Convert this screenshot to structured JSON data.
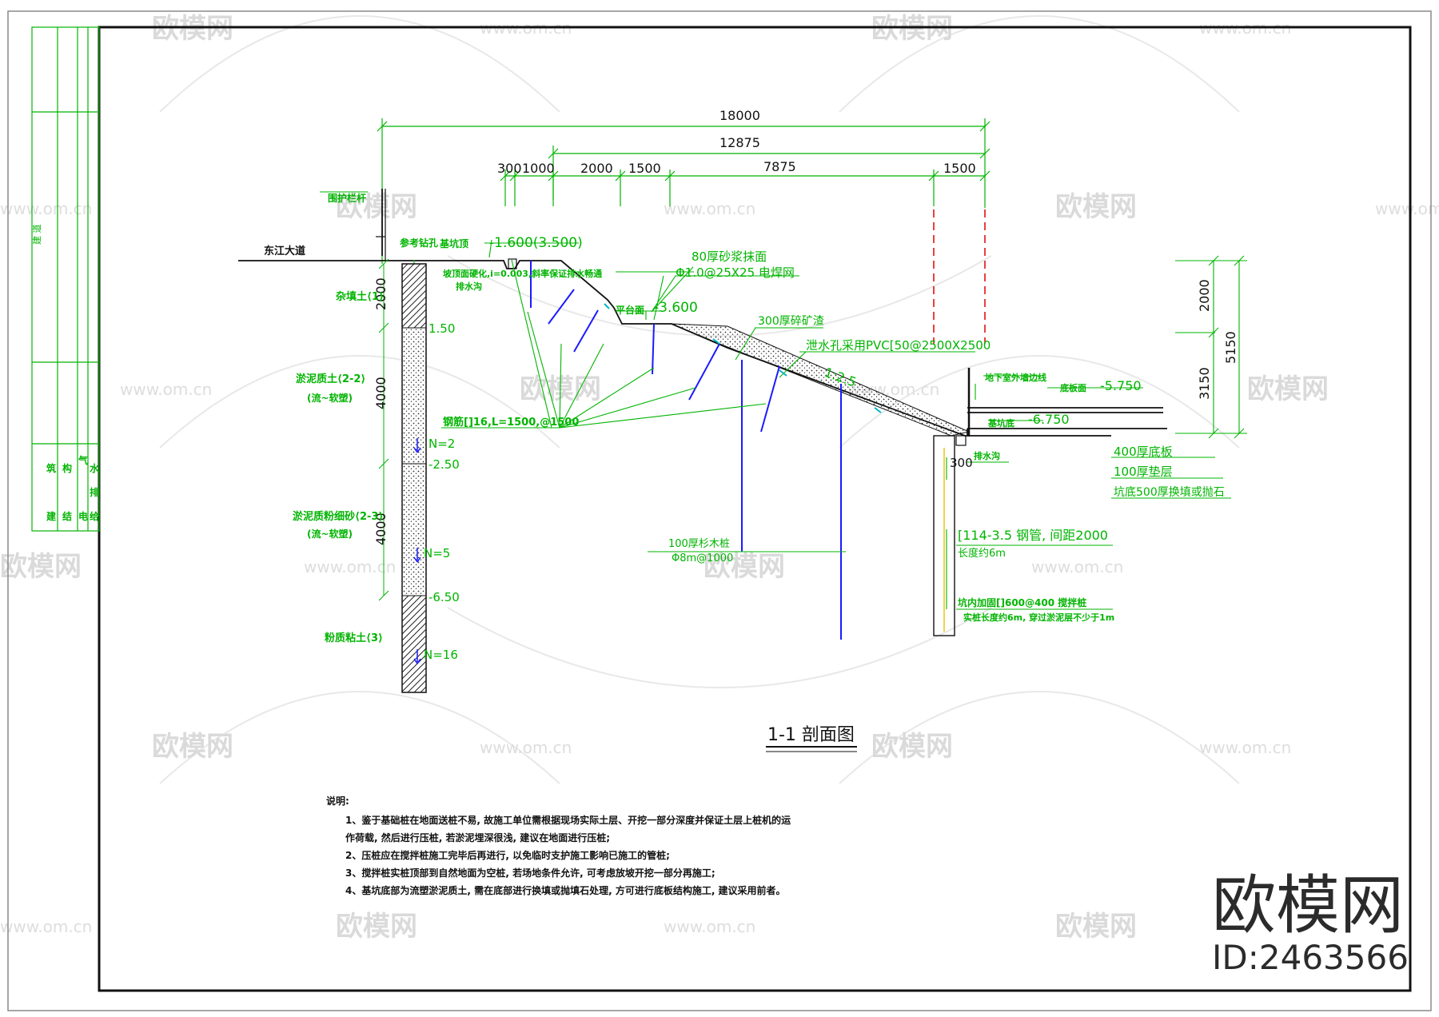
{
  "sheet": {
    "title_block": {
      "top_text": "建 道",
      "disc_row1": [
        "筑",
        "构",
        "气",
        "水"
      ],
      "disc_row2": [
        "建",
        "结",
        "电",
        "给",
        "排"
      ]
    }
  },
  "dimensions": {
    "top": [
      "18000",
      "12875",
      "300",
      "1000",
      "2000",
      "1500",
      "7875",
      "1500"
    ],
    "left": [
      "2000",
      "4000",
      "4000"
    ],
    "right": [
      "2000",
      "3150",
      "5150"
    ],
    "toe": "300"
  },
  "boring": {
    "title": "参考钻孔",
    "levels": [
      "1.50",
      "-2.50",
      "-6.50"
    ],
    "n_values": [
      "N=2",
      "N=5",
      "N=16"
    ],
    "layers": [
      {
        "name": "杂填土⟨1⟩"
      },
      {
        "name": "淤泥质土⟨2-2⟩",
        "sub": "(流~软塑)"
      },
      {
        "name": "淤泥质粉细砂⟨2-3⟩",
        "sub": "(流~软塑)"
      },
      {
        "name": "粉质粘土⟨3⟩"
      }
    ]
  },
  "labels": {
    "road": "东江大道",
    "railing": "围护栏杆",
    "pit_top": "基坑顶",
    "pit_top_elev": "-1.600(3.500)",
    "slope_drain_note": "坡顶面硬化,i=0.003,斜率保证排水畅通",
    "ditch_top": "排水沟",
    "mortar": "80厚砂浆抹面",
    "mesh": "Φ1.0@25X25 电焊网",
    "gravel": "300厚碎矿渣",
    "platform": "平台面",
    "platform_elev": "-3.600",
    "drain_hole": "泄水孔采用PVC[50@2500X2500",
    "ratio": "1:2.5",
    "nail": "钢筋[]16,L=1500,@1500",
    "wall_line": "地下室外墙边线",
    "slab_bottom": "底板面",
    "slab_elev": "-5.750",
    "pit_bottom": "基坑底",
    "pit_bottom_elev": "-6.750",
    "ditch_bottom": "排水沟",
    "slab1": "400厚底板",
    "slab2": "100厚垫层",
    "slab3": "坑底500厚换填或抛石",
    "steel_pipe": "[114-3.5 钢管, 间距2000",
    "pipe_len": "长度约6m",
    "pile": "100厚杉木桩",
    "pile2": "Φ8m@1000",
    "inner": "坑内加固[]600@400 搅拌桩",
    "inner2": "实桩长度约6m, 穿过淤泥层不少于1m"
  },
  "section_title": "1-1 剖面图",
  "notes": {
    "heading": "说明:",
    "items": [
      "1、鉴于基础桩在地面送桩不易, 故施工单位需根据现场实际土层、开挖一部分深度并保证土层上桩机的运",
      "作荷载, 然后进行压桩, 若淤泥埋深很浅, 建议在地面进行压桩;",
      "2、压桩应在搅拌桩施工完毕后再进行, 以免临时支护施工影响已施工的管桩;",
      "3、搅拌桩实桩顶部到自然地面为空桩, 若场地条件允许, 可考虑放坡开挖一部分再施工;",
      "4、基坑底部为流塑淤泥质土, 需在底部进行换填或抛填石处理, 方可进行底板结构施工, 建议采用前者。"
    ]
  },
  "watermark": {
    "brand": "欧模网",
    "url": "www.om.cn",
    "id": "ID:2463566"
  },
  "colors": {
    "green": "#00b400",
    "blue": "#1a1aff",
    "red": "#e00000",
    "black": "#111111"
  }
}
